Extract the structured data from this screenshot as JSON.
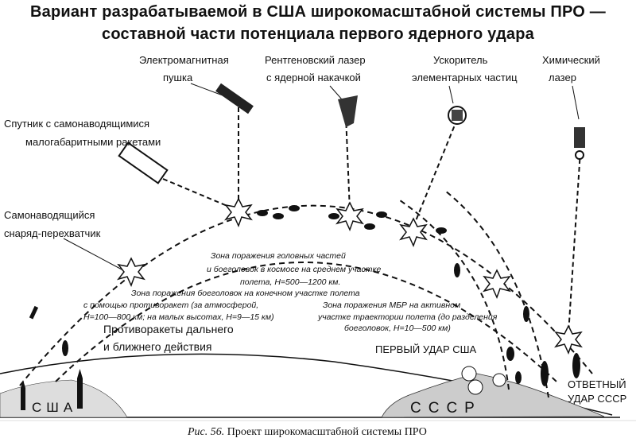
{
  "title": {
    "line1": "Вариант разрабатываемой в США широкомасштабной системы ПРО —",
    "line2": "составной части потенциала первого ядерного удара"
  },
  "weapons": {
    "em_gun": [
      "Электромагнитная",
      "пушка"
    ],
    "xray_laser": [
      "Рентгеновский лазер",
      "с ядерной накачкой"
    ],
    "accelerator": [
      "Ускоритель",
      "элементарных частиц"
    ],
    "chemical_laser": [
      "Химический",
      "лазер"
    ],
    "satellite": [
      "Спутник с самонаводящимися",
      "малогабаритными ракетами"
    ],
    "interceptor": [
      "Самонаводящийся",
      "снаряд-перехватчик"
    ],
    "antimissiles": [
      "Противоракеты дальнего",
      "и ближнего действия"
    ]
  },
  "zones": {
    "midcourse": [
      "Зона поражения головных частей",
      "и боеголовок в космосе на среднем участке",
      "полета, H=500—1200 км."
    ],
    "terminal": [
      "Зона поражения боеголовок на конечном участке полета",
      "с помощью противоракет (за атмосферой,",
      "H=100—800 км; на малых высотах, H=9—15 км)"
    ],
    "boost": [
      "Зона поражения МБР на активном",
      "участке траектории полета (до разделения",
      "боеголовок, H=10—500 км)"
    ]
  },
  "strikes": {
    "first_strike": "ПЕРВЫЙ УДАР США",
    "retaliation": [
      "ОТВЕТНЫЙ",
      "УДАР СССР"
    ]
  },
  "countries": {
    "usa": "США",
    "ussr": "СССР"
  },
  "caption": {
    "number": "Рис. 56.",
    "text": "Проект широкомасштабной системы ПРО"
  }
}
